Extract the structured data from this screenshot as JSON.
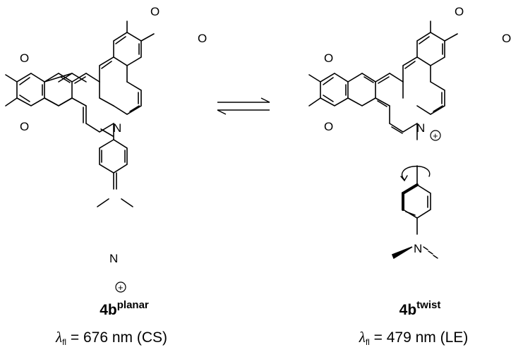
{
  "reaction": {
    "left": {
      "compound_base": "4b",
      "compound_sup": "planar",
      "lambda_symbol": "λ",
      "lambda_sub": "fl",
      "lambda_value": " = 676 nm (CS)"
    },
    "right": {
      "compound_base": "4b",
      "compound_sup": "twist",
      "lambda_symbol": "λ",
      "lambda_sub": "fl",
      "lambda_value": " = 479 nm (LE)"
    }
  },
  "atoms": {
    "oxygen": "O",
    "nitrogen": "N",
    "charge_plus": "+"
  }
}
